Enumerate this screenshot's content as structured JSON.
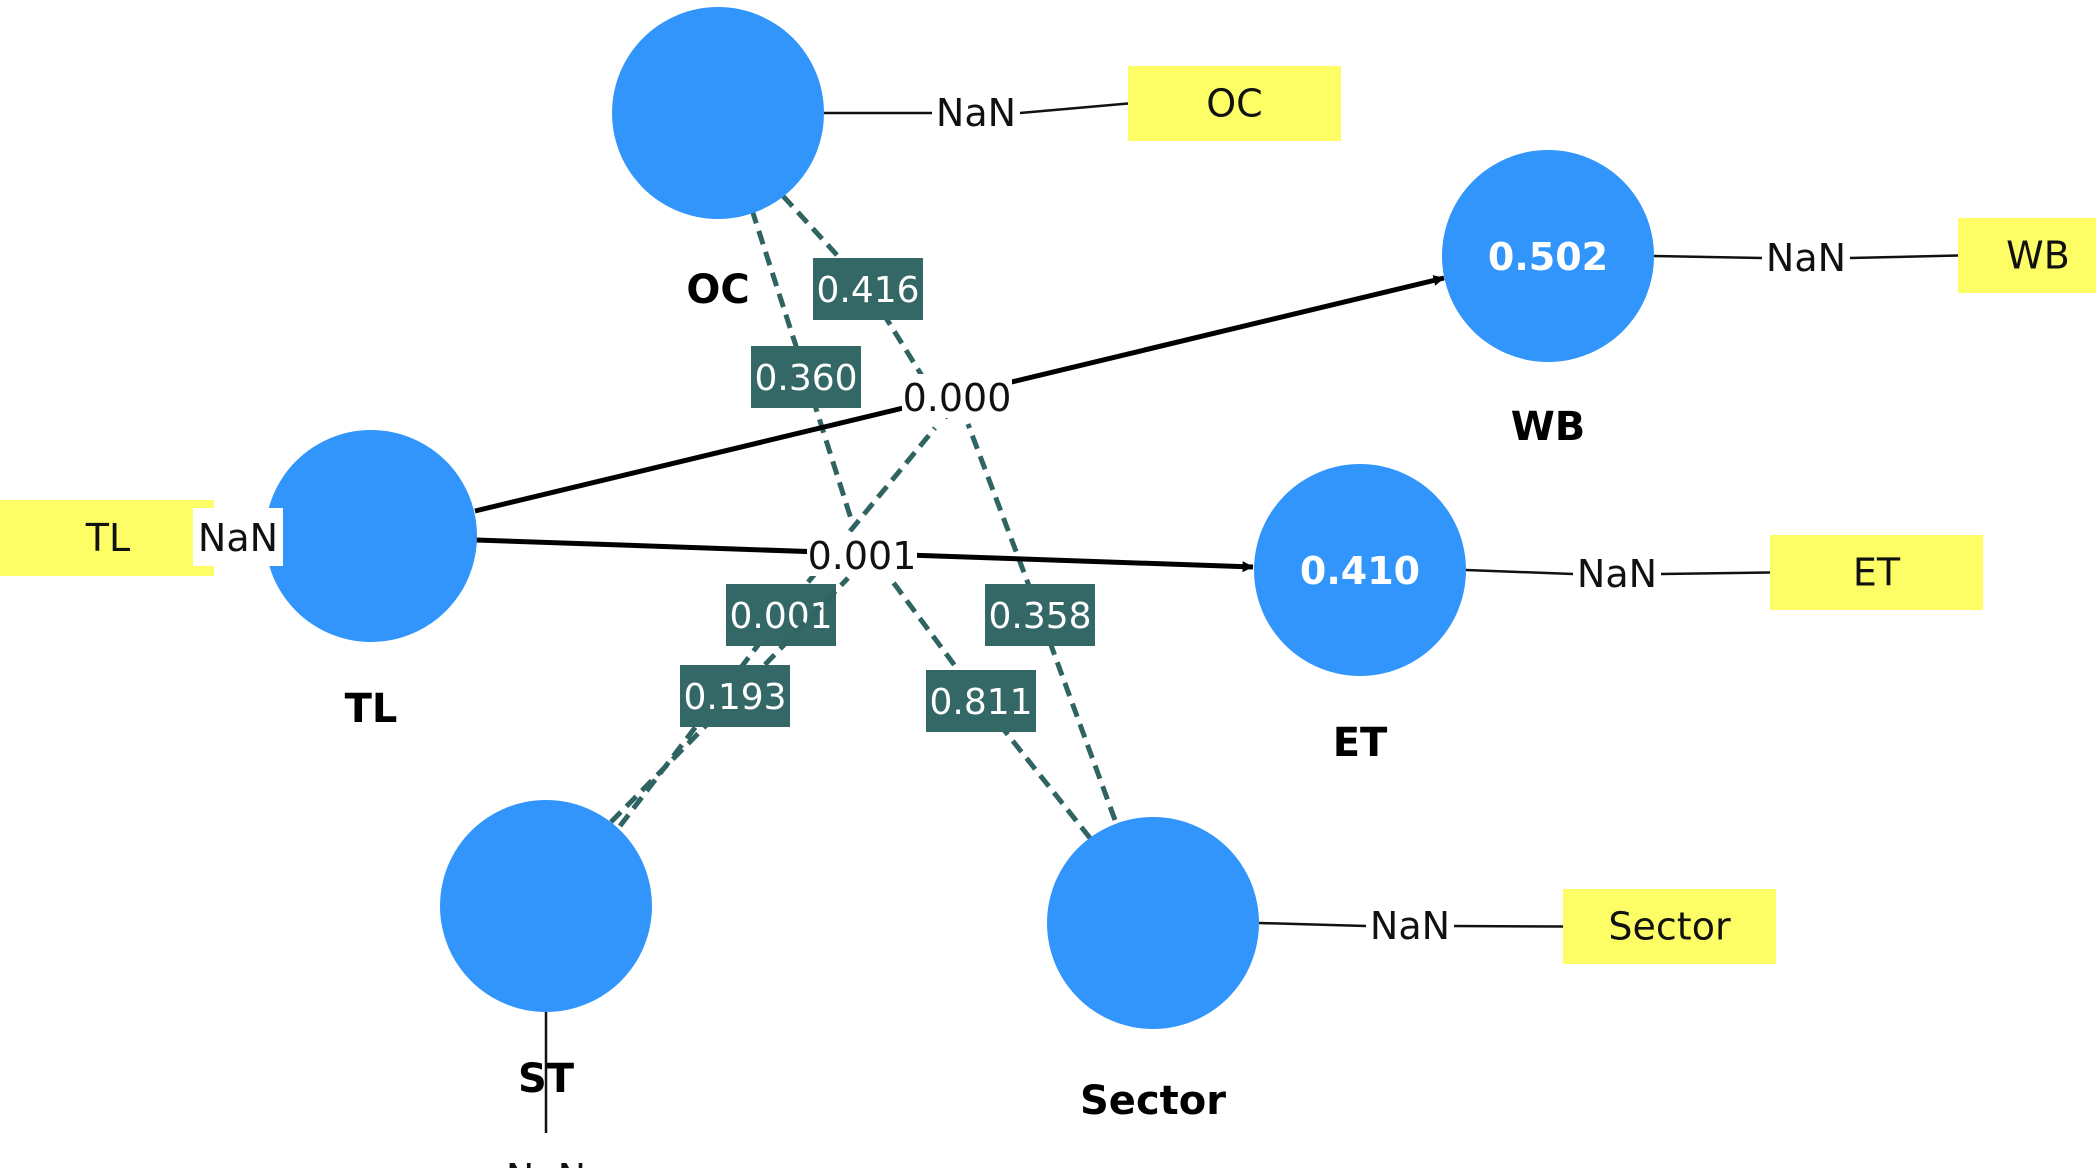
{
  "diagram": {
    "colors": {
      "construct_fill": "#3195fc",
      "indicator_fill": "#fdfd66",
      "moderation_line": "#2f6462",
      "moderation_label_bg": "#336866",
      "path_line": "#000000"
    },
    "constructs": [
      {
        "id": "OC",
        "name": "OC",
        "r2": "",
        "indicator": "OC",
        "loading": "NaN"
      },
      {
        "id": "WB",
        "name": "WB",
        "r2": "0.502",
        "indicator": "WB",
        "loading": "NaN"
      },
      {
        "id": "TL",
        "name": "TL",
        "r2": "",
        "indicator": "TL",
        "loading": "NaN"
      },
      {
        "id": "ET",
        "name": "ET",
        "r2": "0.410",
        "indicator": "ET",
        "loading": "NaN"
      },
      {
        "id": "ST",
        "name": "ST",
        "r2": "",
        "indicator": "",
        "loading": "NaN"
      },
      {
        "id": "Sector",
        "name": "Sector",
        "r2": "",
        "indicator": "Sector",
        "loading": "NaN"
      }
    ],
    "paths": [
      {
        "from": "TL",
        "to": "WB",
        "value": "0.000"
      },
      {
        "from": "TL",
        "to": "ET",
        "value": "0.001"
      }
    ],
    "moderations": [
      {
        "moderator": "OC",
        "target_path": "TL-WB",
        "value": "0.416"
      },
      {
        "moderator": "OC",
        "target_path": "TL-ET",
        "value": "0.360"
      },
      {
        "moderator": "ST",
        "target_path": "TL-WB",
        "value": "0.001"
      },
      {
        "moderator": "ST",
        "target_path": "TL-ET",
        "value": "0.193"
      },
      {
        "moderator": "Sector",
        "target_path": "TL-WB",
        "value": "0.358"
      },
      {
        "moderator": "Sector",
        "target_path": "TL-ET",
        "value": "0.811"
      }
    ]
  }
}
